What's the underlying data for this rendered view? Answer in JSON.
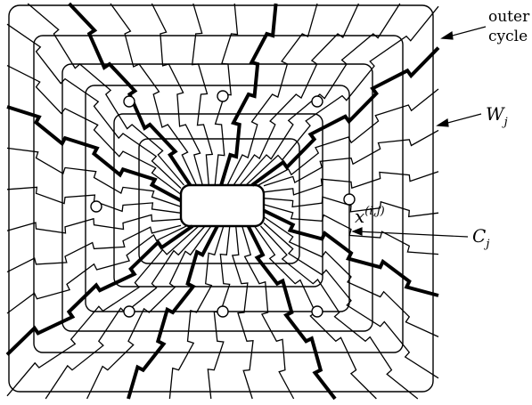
{
  "labels": {
    "outer_cycle_line1": "outer",
    "outer_cycle_line2": "cycle",
    "w_main": "W",
    "w_sub": "j",
    "x_main": "x",
    "x_sup": "(i,j)",
    "c_main": "C",
    "c_sub": "j"
  },
  "diagram": {
    "concentric_cycles": 6,
    "radial_paths_total": 40,
    "bold_radial_paths": 8,
    "marked_vertices": 8,
    "stroke_color": "#000000",
    "vertex_fill": "#ffffff"
  }
}
